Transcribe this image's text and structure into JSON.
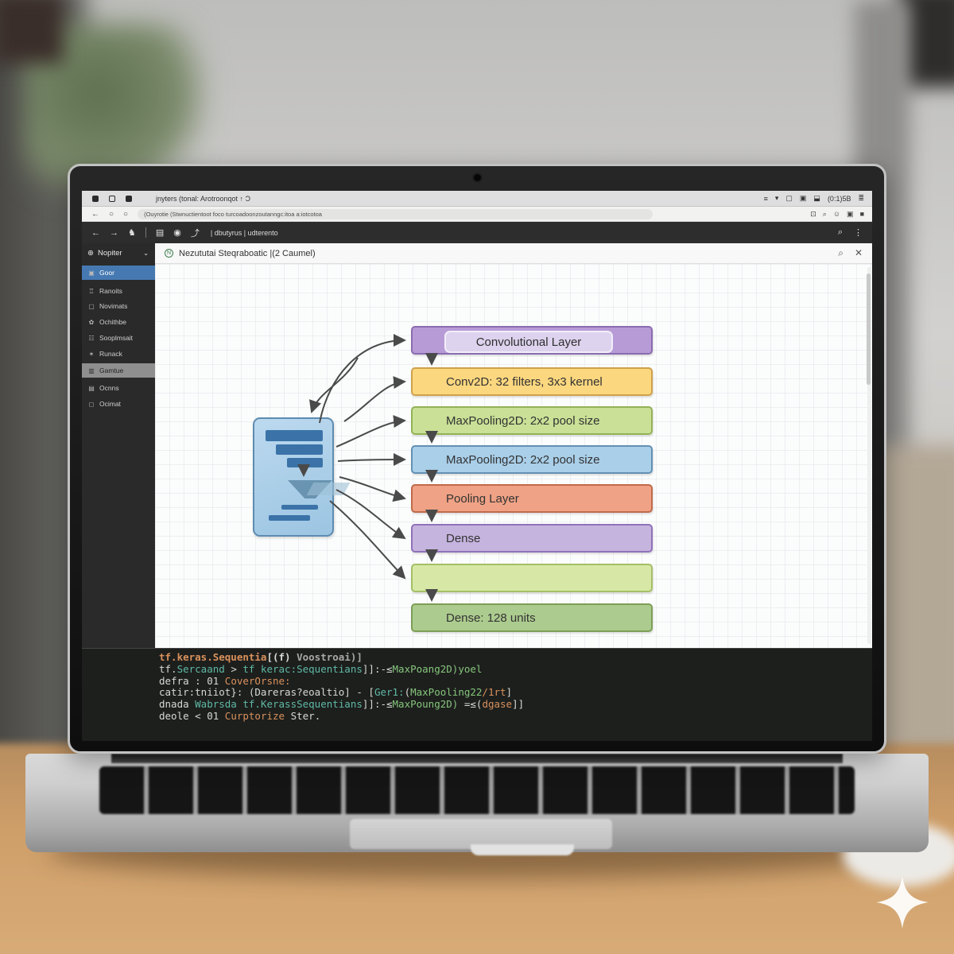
{
  "browser": {
    "tab_bar": {
      "title": "jnyters (tonal: Arotroonqot  ↑   Ɔ",
      "right_icons": [
        "≡",
        "▾",
        "▢",
        "▣",
        "⬓",
        "(0:1)5B",
        "≣"
      ]
    },
    "url_bar": {
      "url": "(Ouyrotie (Stwnuctientoot foco turcoadoonzoutanngc:itoa a:iotcotoa",
      "right_icons": [
        "⊡",
        "⌕",
        "☺",
        "▣",
        "■"
      ]
    },
    "toolbar": {
      "left_icons": [
        "←",
        "→",
        "♞"
      ],
      "mid_icons": [
        "▤",
        "◉",
        "⤴"
      ],
      "label": "| dbutyrus | udterento",
      "search_icon": "⌕",
      "menu_icon": "⋮"
    }
  },
  "sidebar": {
    "header": "Nopiter",
    "chevron": "⌄",
    "header_icon": "⊕",
    "items": [
      {
        "label": "Goor",
        "icon": "▣",
        "active": "blue"
      },
      {
        "label": "Ranoits",
        "icon": "♖",
        "active": ""
      },
      {
        "label": "Novimats",
        "icon": "▢",
        "active": ""
      },
      {
        "label": "Ochithbe",
        "icon": "✿",
        "active": ""
      },
      {
        "label": "Sooplmsait",
        "icon": "☷",
        "active": ""
      },
      {
        "label": "Runack",
        "icon": "✶",
        "active": ""
      },
      {
        "label": "Gamtue",
        "icon": "▥",
        "active": "gray"
      },
      {
        "label": "Ocnns",
        "icon": "▤",
        "active": ""
      },
      {
        "label": "Ocimat",
        "icon": "◻",
        "active": ""
      }
    ]
  },
  "notebook": {
    "icon": "N",
    "title": "Nezututai Steqraboatic |(2 Caumel)",
    "zoom_icon": "⌕",
    "close_icon": "✕"
  },
  "diagram": {
    "boxes": [
      {
        "label": "Convolutional Layer",
        "fill": "#b79bd6",
        "border": "#8a6cb0",
        "inner": true
      },
      {
        "label": "Conv2D: 32 filters, 3x3 kernel",
        "fill": "#fbd77f",
        "border": "#cfa14a",
        "inner": false
      },
      {
        "label": "MaxPooling2D: 2x2 pool size",
        "fill": "#c9e096",
        "border": "#94b157",
        "inner": false
      },
      {
        "label": "MaxPooling2D: 2x2 pool size",
        "fill": "#a9cfe9",
        "border": "#6390b4",
        "inner": false
      },
      {
        "label": "Pooling Layer",
        "fill": "#efa285",
        "border": "#c06a4b",
        "inner": false
      },
      {
        "label": "Dense",
        "fill": "#c5b4de",
        "border": "#9071ba",
        "inner": false
      },
      {
        "label": "",
        "fill": "#d7e8a6",
        "border": "#a4bf66",
        "inner": false
      },
      {
        "label": "Dense: 128 units",
        "fill": "#accb8e",
        "border": "#7d9e56",
        "inner": false
      }
    ],
    "arrow_color": "#4a4a4a"
  },
  "code": {
    "lines": [
      [
        {
          "t": "tf.keras.Sequentia",
          "c": "or"
        },
        {
          "t": "[(f) ",
          "c": "wh"
        },
        {
          "t": "Voostroai)]",
          "c": "dim"
        }
      ],
      [
        {
          "t": "tf.",
          "c": "wh"
        },
        {
          "t": "Sercaand",
          "c": "tl"
        },
        {
          "t": " > ",
          "c": "wh"
        },
        {
          "t": "tf kerac:Sequentians",
          "c": "tl"
        },
        {
          "t": "]]:-",
          "c": "wh"
        },
        {
          "t": "≤",
          "c": "wh"
        },
        {
          "t": "MaxPoang2D)",
          "c": "gr"
        },
        {
          "t": "yoel",
          "c": "gr"
        }
      ],
      [
        {
          "t": "defra : 01 ",
          "c": "wh"
        },
        {
          "t": "CoverOrsne:",
          "c": "or"
        }
      ],
      [
        {
          "t": "catir:tniiot}: (Dareras?eoaltio] - [",
          "c": "wh"
        },
        {
          "t": "Ger1:",
          "c": "tl"
        },
        {
          "t": "(",
          "c": "wh"
        },
        {
          "t": "MaxPooling22",
          "c": "gr"
        },
        {
          "t": "/1rt",
          "c": "or"
        },
        {
          "t": "]",
          "c": "wh"
        }
      ],
      [
        {
          "t": "dnada ",
          "c": "wh"
        },
        {
          "t": "Wabrsda ",
          "c": "tl"
        },
        {
          "t": "tf.KerassSequentians",
          "c": "tl"
        },
        {
          "t": "]]:-",
          "c": "wh"
        },
        {
          "t": "≤",
          "c": "wh"
        },
        {
          "t": "MaxPoung2D)",
          "c": "gr"
        },
        {
          "t": " =≤(",
          "c": "wh"
        },
        {
          "t": "dgase",
          "c": "or"
        },
        {
          "t": "]]",
          "c": "wh"
        }
      ],
      [
        {
          "t": "deole < 01 ",
          "c": "wh"
        },
        {
          "t": "Curptorize ",
          "c": "or"
        },
        {
          "t": "Ster.",
          "c": "wh"
        }
      ]
    ]
  },
  "colors": {
    "sidebar_active_blue": "#4679b2",
    "sidebar_active_gray": "#8f8f8f",
    "code_bg": "#1d1f1d",
    "bluebox_fill": "#aacfe9",
    "bluebox_border": "#5e8cb0"
  }
}
